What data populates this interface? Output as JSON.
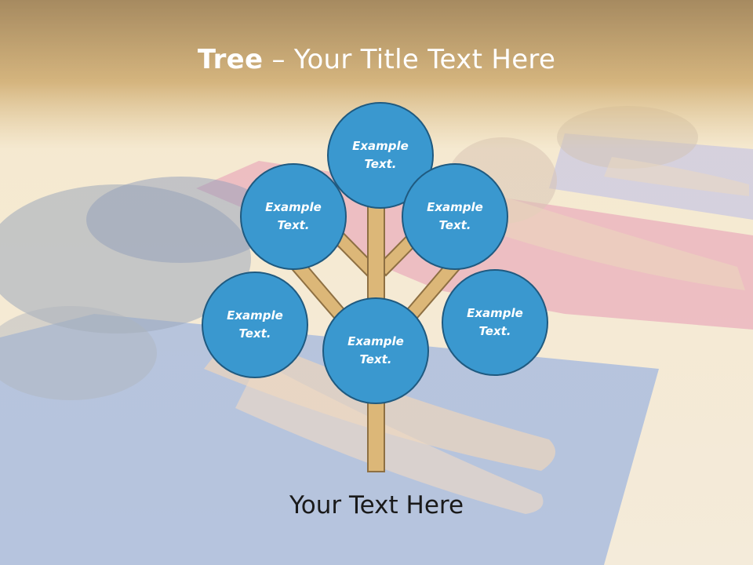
{
  "title": {
    "bold": "Tree",
    "separator": " – ",
    "rest": "Your Title Text Here"
  },
  "nodes": [
    {
      "text": "Example\nText."
    },
    {
      "text": "Example\nText."
    },
    {
      "text": "Example\nText."
    },
    {
      "text": "Example\nText."
    },
    {
      "text": "Example\nText."
    },
    {
      "text": "Example\nText."
    }
  ],
  "caption": "Your Text Here",
  "colors": {
    "node_fill": "#3a98cf",
    "node_border": "#1f5a80",
    "trunk": "#dcb778",
    "header_band": "#a77d3c"
  }
}
